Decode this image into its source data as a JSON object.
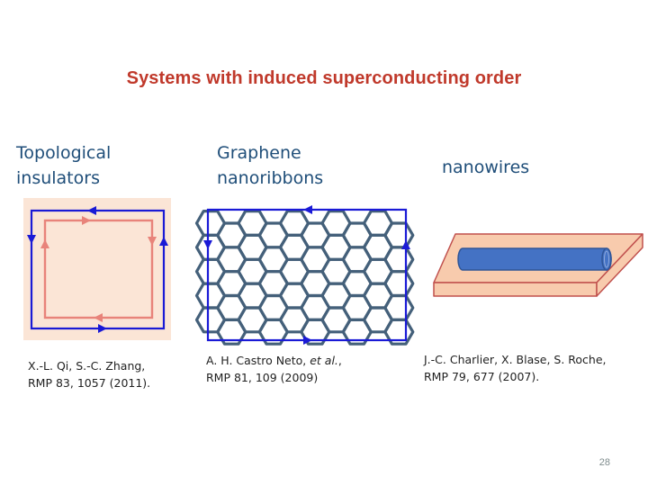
{
  "title": "Systems with induced superconducting order",
  "columns": [
    {
      "heading": [
        "Topological",
        "insulators"
      ],
      "reference": [
        "X.-L. Qi, S.-C. Zhang,",
        "RMP 83, 1057 (2011)."
      ]
    },
    {
      "heading": [
        "Graphene",
        "nanoribbons"
      ],
      "reference_prefix": "A. H. Castro Neto, ",
      "reference_italic": "et al.",
      "reference_suffix": ",",
      "reference_line2": "RMP 81, 109 (2009)"
    },
    {
      "heading": [
        "nanowires"
      ],
      "reference": [
        "J.-C. Charlier, X. Blase, S. Roche,",
        "RMP 79, 677 (2007)."
      ]
    }
  ],
  "page_number": "28",
  "colors": {
    "title": "#c0392b",
    "heading": "#1f4e79",
    "ti_fill": "#fbe5d6",
    "ti_inner_edge": "#e8837a",
    "blue_edge": "#1a1ad6",
    "hexagon": "#44607a",
    "substrate_top": "#f8cbad",
    "substrate_edge": "#c0504d",
    "wire": "#4472c4",
    "wire_edge": "#2f5597"
  }
}
